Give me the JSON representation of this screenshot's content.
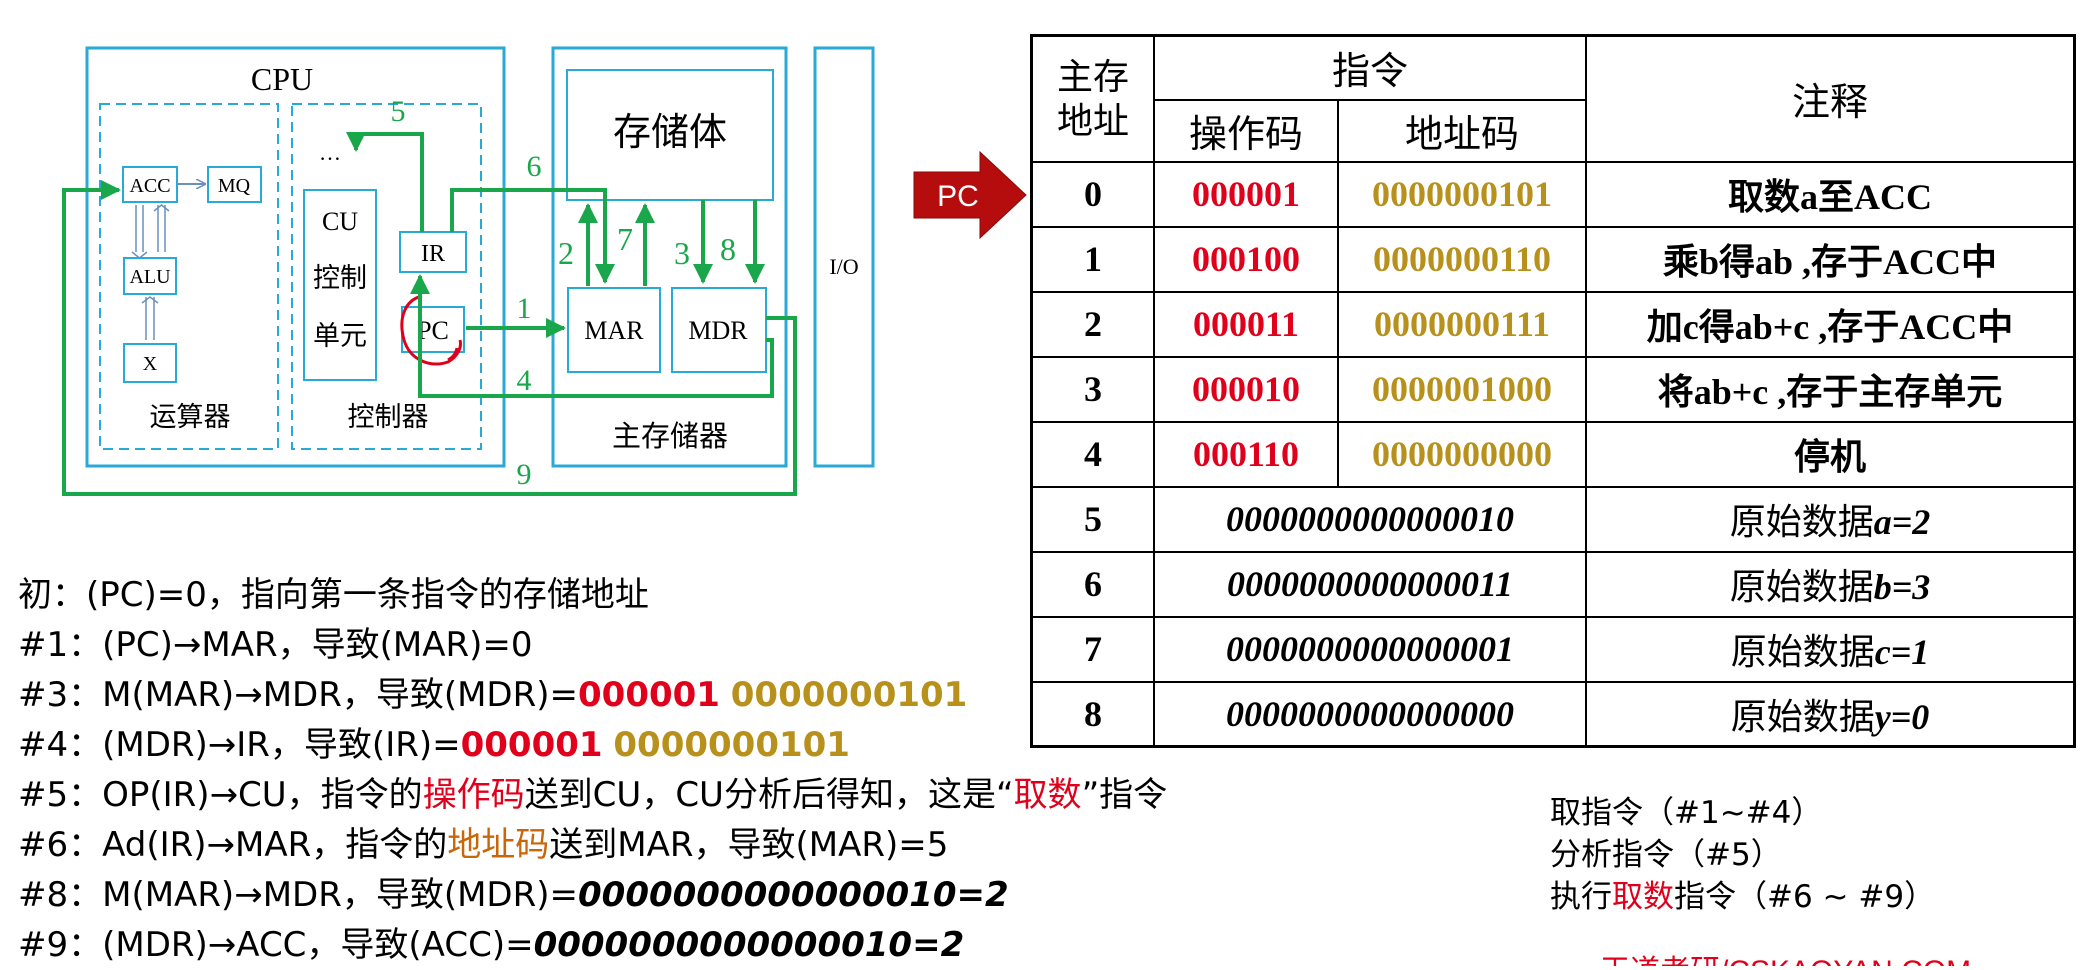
{
  "diagram": {
    "cpu_label": "CPU",
    "acc": "ACC",
    "mq": "MQ",
    "alu": "ALU",
    "x": "X",
    "alu_unit_label": "运算器",
    "cu_line1": "CU",
    "cu_line2": "控制",
    "cu_line3": "单元",
    "controller_label": "控制器",
    "ir": "IR",
    "pc": "PC",
    "ellipsis": "…",
    "storage_body": "存储体",
    "mar": "MAR",
    "mdr": "MDR",
    "main_memory_label": "主存储器",
    "io": "I/O",
    "step_nums": [
      "1",
      "2",
      "3",
      "4",
      "5",
      "6",
      "7",
      "8",
      "9"
    ]
  },
  "pc_pointer": "PC",
  "table": {
    "header_addr": "主存地址",
    "header_instr": "指令",
    "header_opcode": "操作码",
    "header_addrcode": "地址码",
    "header_note": "注释",
    "rows": [
      {
        "addr": "0",
        "op": "000001",
        "ad": "0000000101",
        "note": "取数a至ACC"
      },
      {
        "addr": "1",
        "op": "000100",
        "ad": "0000000110",
        "note": "乘b得ab ,存于ACC中"
      },
      {
        "addr": "2",
        "op": "000011",
        "ad": "0000000111",
        "note": "加c得ab+c ,存于ACC中"
      },
      {
        "addr": "3",
        "op": "000010",
        "ad": "0000001000",
        "note": "将ab+c ,存于主存单元"
      },
      {
        "addr": "4",
        "op": "000110",
        "ad": "0000000000",
        "note": "停机"
      }
    ],
    "data_rows": [
      {
        "addr": "5",
        "value": "0000000000000010",
        "note_prefix": "原始数据",
        "note_var": "a=2"
      },
      {
        "addr": "6",
        "value": "0000000000000011",
        "note_prefix": "原始数据",
        "note_var": "b=3"
      },
      {
        "addr": "7",
        "value": "0000000000000001",
        "note_prefix": "原始数据",
        "note_var": "c=1"
      },
      {
        "addr": "8",
        "value": "0000000000000000",
        "note_prefix": "原始数据",
        "note_var": "y=0"
      }
    ]
  },
  "steps": {
    "s0": "初：(PC)=0，指向第一条指令的存储地址",
    "s1": "#1：(PC)→MAR，导致(MAR)=0",
    "s3_prefix": "#3：M(MAR)→MDR，导致(MDR)=",
    "s3_op": "000001",
    "s3_ad": "0000000101",
    "s4_prefix": "#4：(MDR)→IR，导致(IR)=",
    "s4_op": "000001",
    "s4_ad": "0000000101",
    "s5_a": "#5：OP(IR)→CU，指令的",
    "s5_b": "操作码",
    "s5_c": "送到CU，CU分析后得知，这是“",
    "s5_d": "取数",
    "s5_e": "”指令",
    "s6_a": "#6：Ad(IR)→MAR，指令的",
    "s6_b": "地址码",
    "s6_c": "送到MAR，导致(MAR)=5",
    "s8_prefix": "#8：M(MAR)→MDR，导致(MDR)=",
    "s8_val": "0000000000000010=2",
    "s9_prefix": "#9：(MDR)→ACC，导致(ACC)=",
    "s9_val": "0000000000000010=2"
  },
  "legend": {
    "l1": "取指令（#1~#4）",
    "l2": "分析指令（#5）",
    "l3_a": "执行",
    "l3_b": "取数",
    "l3_c": "指令（#6 ~ #9）"
  },
  "watermark": "王道考研/CSKAOYAN.COM",
  "colors": {
    "green": "#1aa64a",
    "cyan": "#29a9d6",
    "red": "#e0001b",
    "gold": "#b8901c",
    "dark_red": "#b50d0d"
  }
}
